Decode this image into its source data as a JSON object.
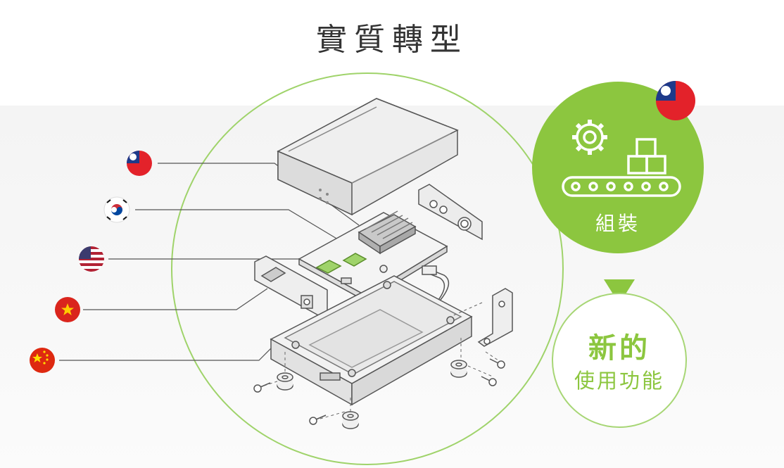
{
  "title": "實質轉型",
  "assemble_badge": {
    "label": "組裝",
    "color": "#8cc63f",
    "icon": "conveyor-assembly-icon",
    "flag": "taiwan-flag-icon"
  },
  "new_function": {
    "title": "新的",
    "subtitle": "使用功能",
    "color": "#8cc63f"
  },
  "sources": [
    {
      "flag": "taiwan-flag-icon",
      "part": "enclosure-top"
    },
    {
      "flag": "korea-flag-icon",
      "part": "heatsink"
    },
    {
      "flag": "usa-flag-icon",
      "part": "circuit-board"
    },
    {
      "flag": "vietnam-flag-icon",
      "part": "io-panel"
    },
    {
      "flag": "china-flag-icon",
      "part": "enclosure-bottom"
    }
  ],
  "colors": {
    "accent": "#8cc63f",
    "line": "#555555",
    "title": "#333333"
  }
}
